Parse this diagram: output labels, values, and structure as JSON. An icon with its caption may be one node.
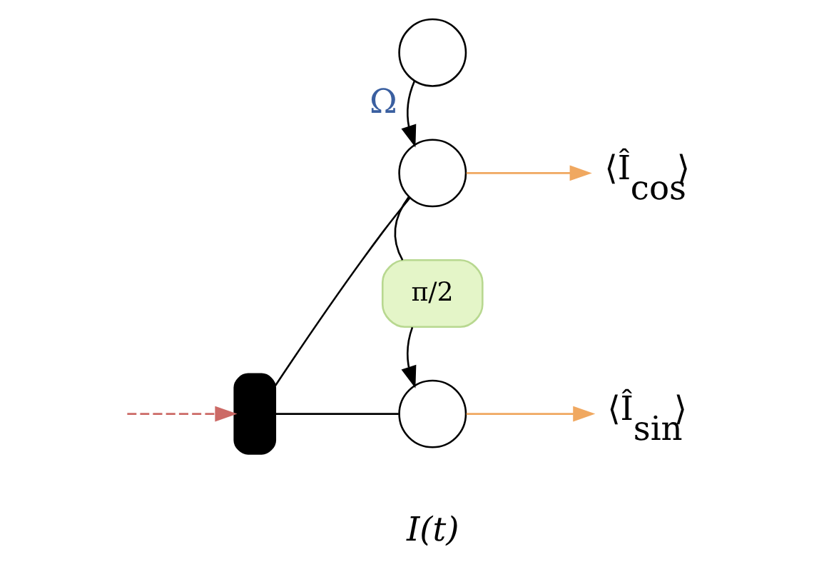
{
  "diagram": {
    "nodes": [
      {
        "text": [],
        "shape": "semicircle"
      },
      {
        "text": [],
        "shape": "circle",
        "beside": [
          "Ω"
        ]
      },
      {
        "text": [],
        "shape": "circle"
      },
      {
        "text": [
          "π/2"
        ]
      },
      {
        "text": [],
        "shape": "circle"
      },
      {
        "text": [
          "⟨Î$_{cos}$⟩"
        ]
      },
      {
        "text": [
          "⟨Î$_{sin}$⟩"
        ]
      }
    ],
    "edges": [
      {
        "from": null,
        "to": 0,
        "arrow": "to",
        "style": "dashed",
        "color": "#cc6a66"
      },
      {
        "from": 0,
        "to": 2,
        "arrow": "none"
      },
      {
        "from": 0,
        "to": 4,
        "arrow": "none"
      },
      {
        "from": 1,
        "to": 2,
        "arrow": "to"
      },
      {
        "from": 2,
        "to": 3,
        "arrow": "none"
      },
      {
        "from": 3,
        "to": 4,
        "arrow": "to"
      },
      {
        "from": 2,
        "to": 5,
        "arrow": "to",
        "color": "#f0a860"
      },
      {
        "from": 4,
        "to": 6,
        "arrow": "to",
        "color": "#f0a860"
      }
    ],
    "labels": [
      "I(t)"
    ]
  }
}
